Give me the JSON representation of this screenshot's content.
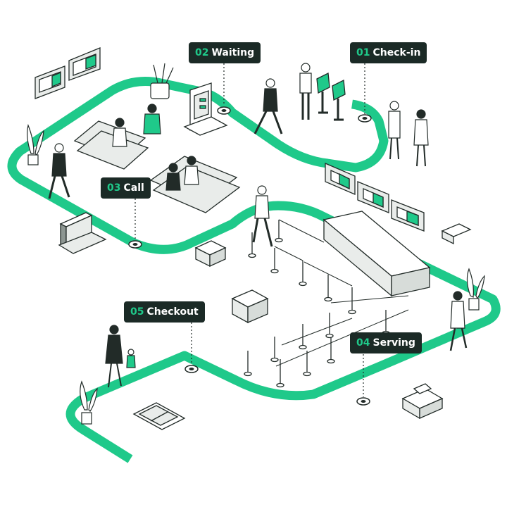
{
  "stages": [
    {
      "number": "01",
      "label": "Check-in"
    },
    {
      "number": "02",
      "label": "Waiting"
    },
    {
      "number": "03",
      "label": "Call"
    },
    {
      "number": "04",
      "label": "Serving"
    },
    {
      "number": "05",
      "label": "Checkout"
    }
  ],
  "colors": {
    "path": "#1fc98a",
    "label_bg": "#1b2a26",
    "label_number": "#1fc98a",
    "ink": "#222b28",
    "screen": "#1fc98a"
  },
  "icons": [
    "plant-icon",
    "person-icon",
    "kiosk-icon",
    "queue-display-icon",
    "seat-bench-icon",
    "file-cabinet-icon",
    "service-counter-icon",
    "stanchion-icon",
    "printer-icon",
    "clipboard-icon",
    "box-icon"
  ]
}
